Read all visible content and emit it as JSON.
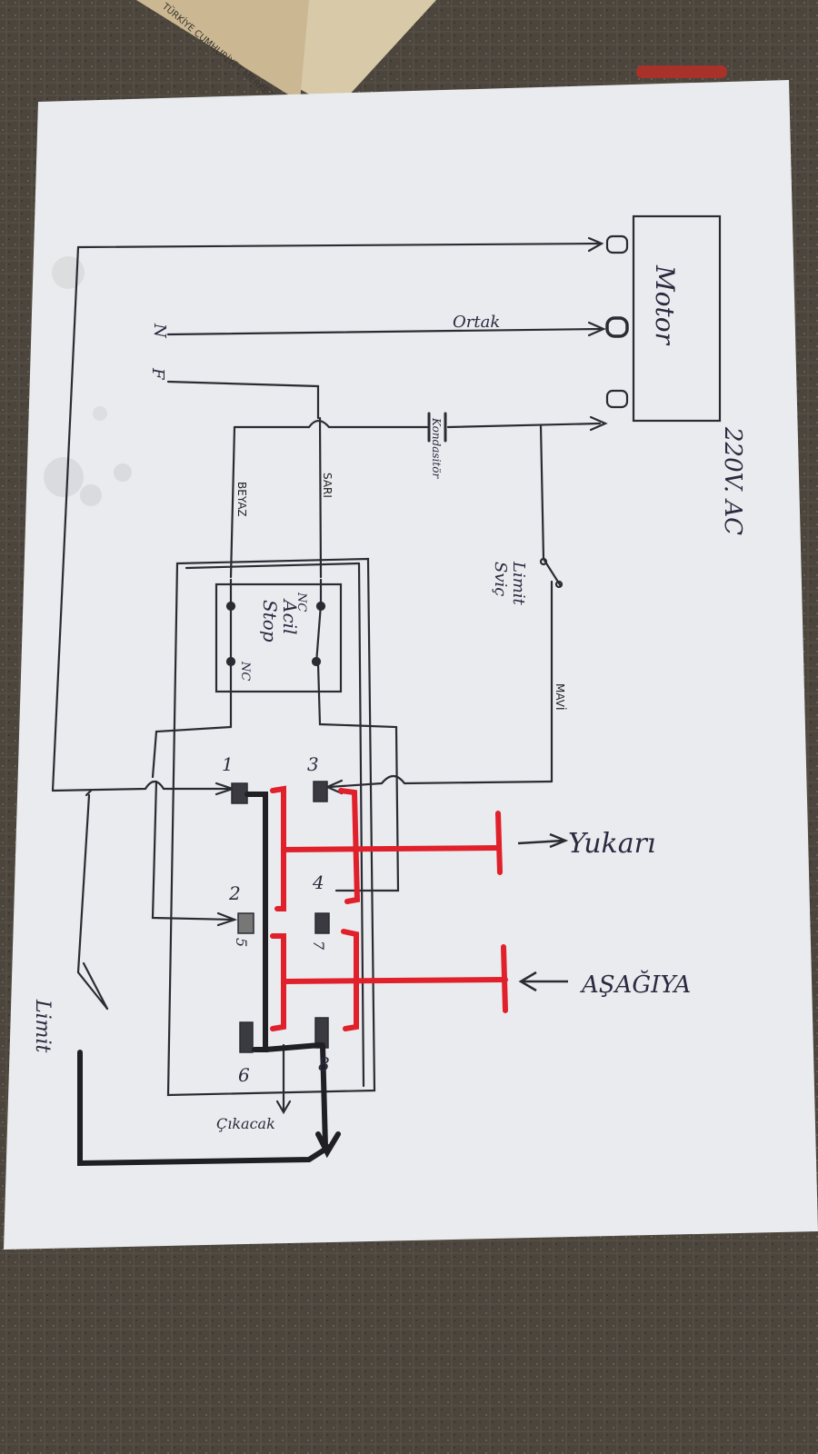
{
  "banknote": {
    "text": "TÜRKİYE CUMHURİYET MERKEZ BANKASI"
  },
  "diagram": {
    "motor_label": "Motor",
    "ortak_label": "Ortak",
    "n_label": "N",
    "f_label": "F",
    "kondansator_label": "Kondasitör",
    "voltage_label": "220V. AC",
    "beyaz_label": "BEYAZ",
    "sari_label": "SARI",
    "limit_switch_label_line1": "Limit",
    "limit_switch_label_line2": "Sviç",
    "mavi_label": "MAVİ",
    "emergency_nc_top": "NC",
    "emergency_label_line1": "Acil",
    "emergency_label_line2": "Stop",
    "emergency_nc_bottom": "NC",
    "terminal_1": "1",
    "terminal_2": "2",
    "terminal_3": "3",
    "terminal_4": "4",
    "terminal_5": "5",
    "terminal_6": "6",
    "terminal_7": "7",
    "terminal_8": "8",
    "up_label": "Yukarı",
    "down_label": "AŞAĞIYA",
    "output_label": "Çıkacak",
    "limit_label": "Limit"
  },
  "colors": {
    "paper": "#e9ebee",
    "ink": "#2b2b33",
    "red": "#e0202a",
    "background": "#4a443d"
  }
}
